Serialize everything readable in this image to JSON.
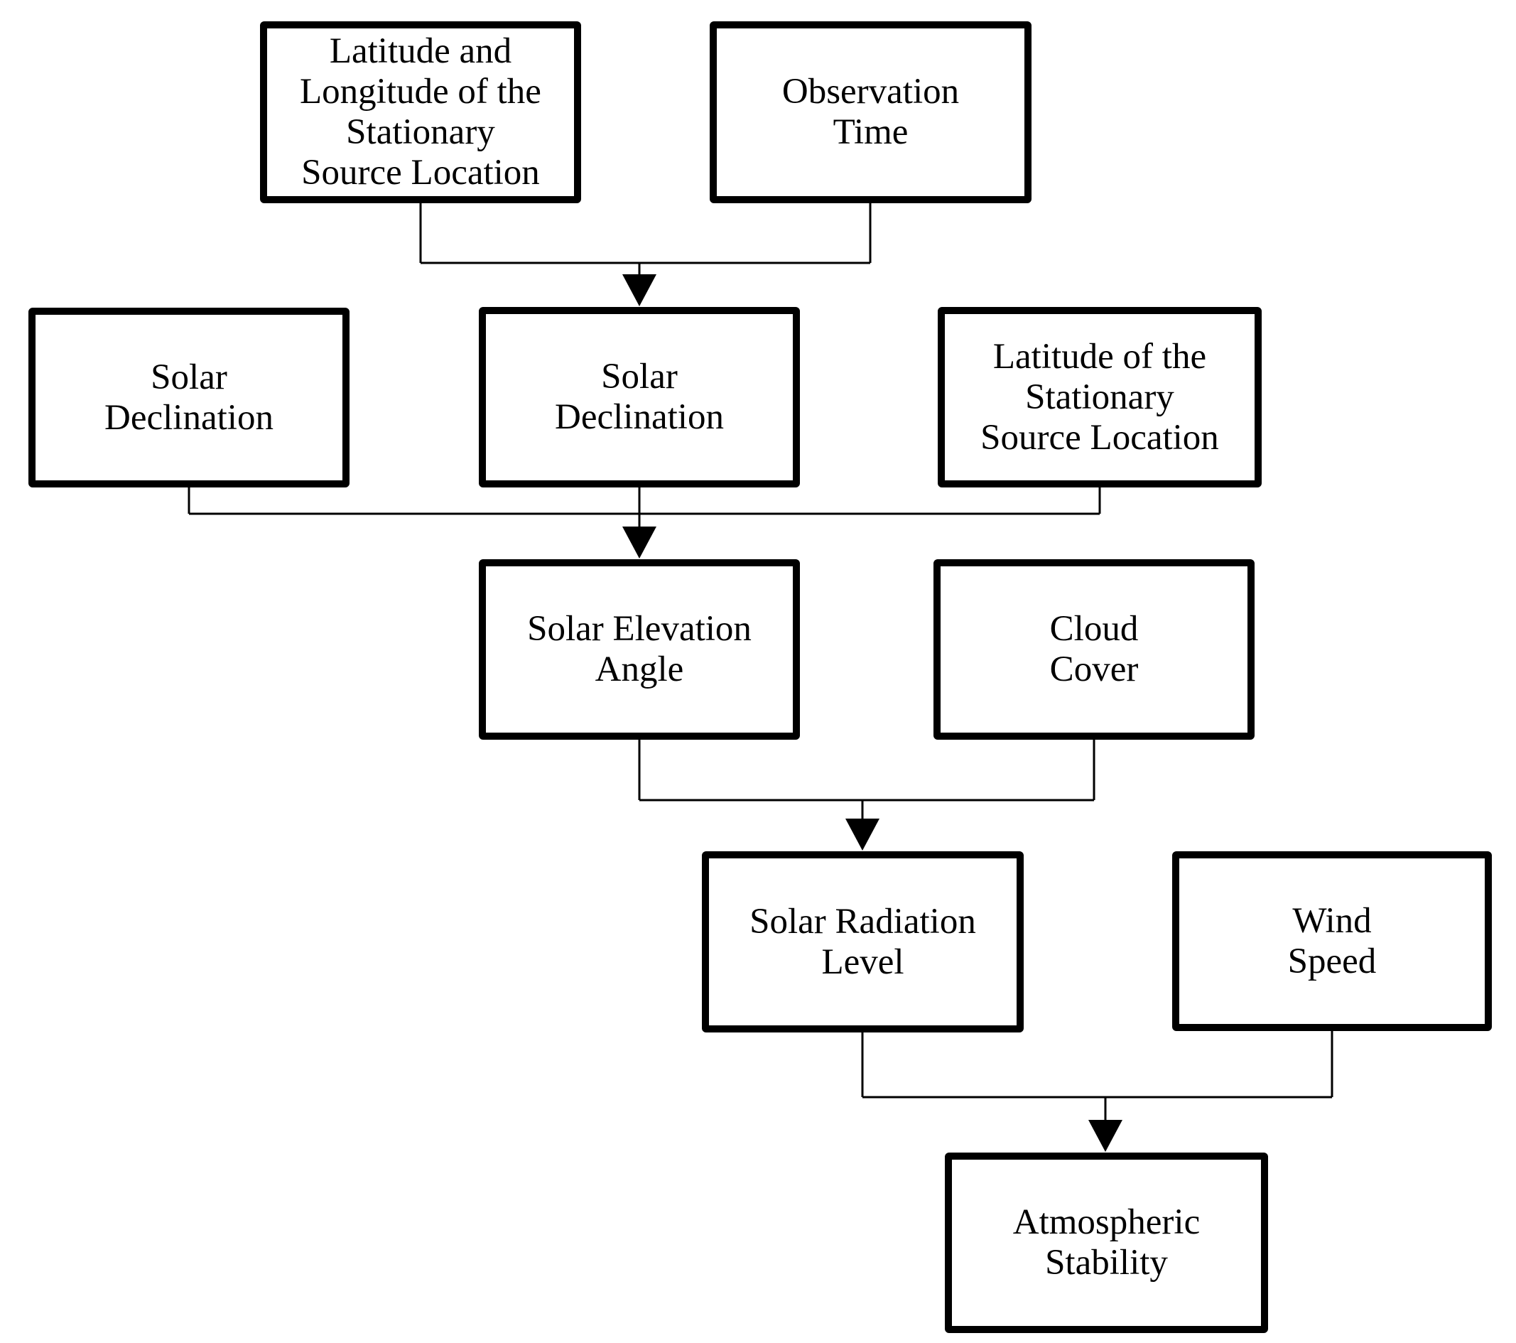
{
  "diagram": {
    "type": "flowchart",
    "description": "Flowchart showing inputs used to determine atmospheric stability",
    "colors": {
      "background": "#ffffff",
      "box_border": "#000000",
      "text": "#000000",
      "connector": "#000000"
    },
    "nodes": [
      {
        "id": "lat-lon-stationary-source",
        "label": "Latitude and\nLongitude of the\nStationary\nSource Location"
      },
      {
        "id": "observation-time",
        "label": "Observation\nTime"
      },
      {
        "id": "solar-declination-left",
        "label": "Solar\nDeclination"
      },
      {
        "id": "solar-declination-center",
        "label": "Solar\nDeclination"
      },
      {
        "id": "latitude-stationary-source",
        "label": "Latitude of the\nStationary\nSource Location"
      },
      {
        "id": "solar-elevation-angle",
        "label": "Solar Elevation\nAngle"
      },
      {
        "id": "cloud-cover",
        "label": "Cloud\nCover"
      },
      {
        "id": "solar-radiation-level",
        "label": "Solar Radiation\nLevel"
      },
      {
        "id": "wind-speed",
        "label": "Wind\nSpeed"
      },
      {
        "id": "atmospheric-stability",
        "label": "Atmospheric\nStability"
      }
    ],
    "edges": [
      {
        "from": [
          "lat-lon-stationary-source",
          "observation-time"
        ],
        "to": "solar-declination-center"
      },
      {
        "from": [
          "solar-declination-left",
          "solar-declination-center",
          "latitude-stationary-source"
        ],
        "to": "solar-elevation-angle"
      },
      {
        "from": [
          "solar-elevation-angle",
          "cloud-cover"
        ],
        "to": "solar-radiation-level"
      },
      {
        "from": [
          "solar-radiation-level",
          "wind-speed"
        ],
        "to": "atmospheric-stability"
      }
    ]
  }
}
